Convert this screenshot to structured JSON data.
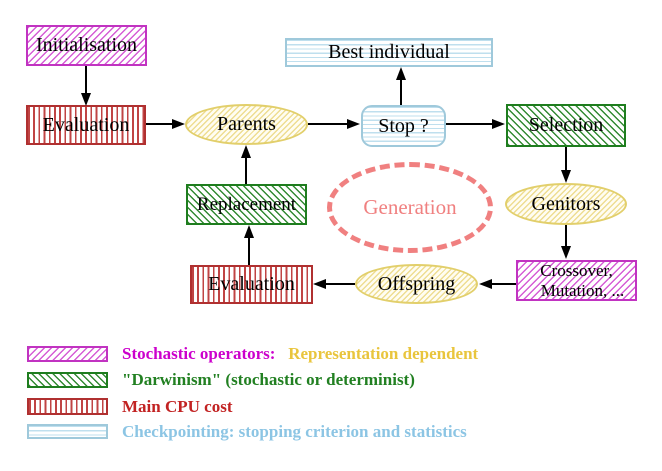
{
  "nodes": {
    "initialisation": "Initialisation",
    "evaluation_top": "Evaluation",
    "parents": "Parents",
    "stop": "Stop ?",
    "best_individual": "Best individual",
    "selection": "Selection",
    "genitors": "Genitors",
    "crossover_line1": "Crossover,",
    "crossover_line2": "Mutation, ...",
    "offspring": "Offspring",
    "evaluation_bottom": "Evaluation",
    "replacement": "Replacement",
    "generation": "Generation"
  },
  "legend": {
    "stochastic_label": "Stochastic operators:",
    "stochastic_note": "Representation dependent",
    "darwinism_label": "\"Darwinism\" (stochastic or determinist)",
    "cpu_label": "Main CPU cost",
    "checkpointing_label": "Checkpointing: stopping criterion and statistics"
  },
  "colors": {
    "magenta_border": "#c133c1",
    "magenta_text": "#cc00cc",
    "green": "#1e7d1e",
    "red": "#b03030",
    "cyan_border": "#9fc9db",
    "cyan_text": "#8cc5e4",
    "yellow_border": "#e2cf6b",
    "yellow_text": "#e9c53d",
    "salmon": "#f08080",
    "arrow": "#000000",
    "background": "#ffffff"
  }
}
